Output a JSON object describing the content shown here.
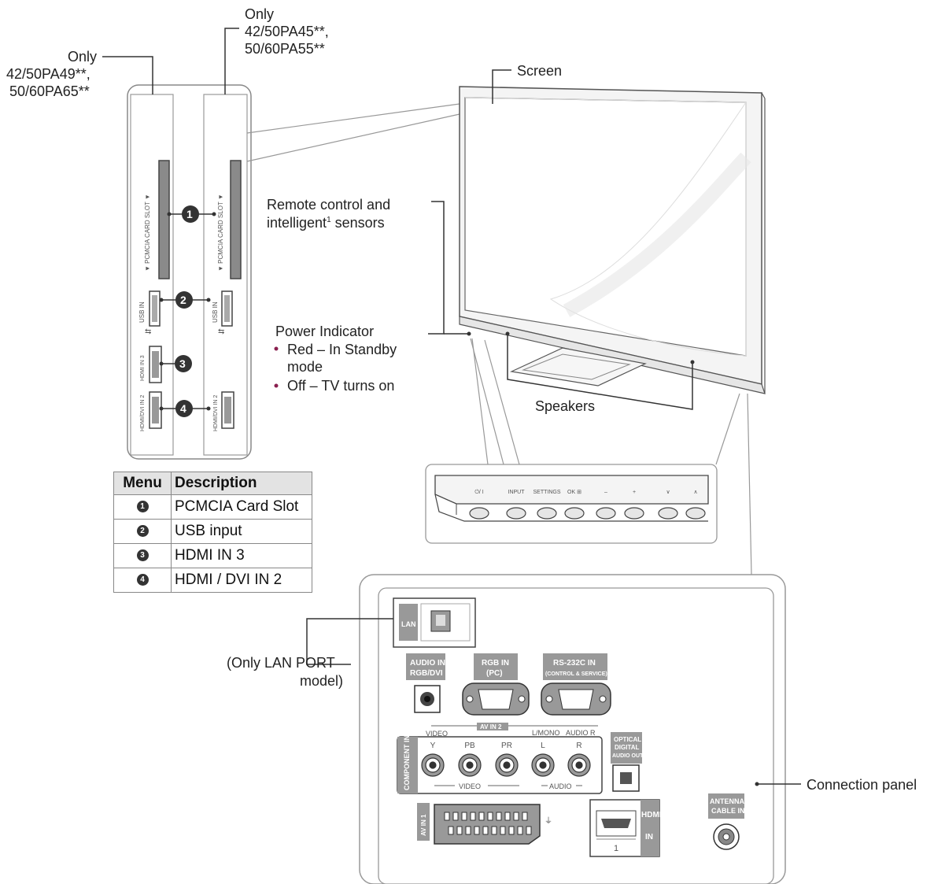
{
  "callouts": {
    "only_a": {
      "line1": "Only",
      "line2": "42/50PA49**,",
      "line3": "50/60PA65**"
    },
    "only_b": {
      "line1": "Only",
      "line2": "42/50PA45**,",
      "line3": "50/60PA55**"
    },
    "screen": "Screen",
    "remote": {
      "line1": "Remote control and",
      "line2": "intelligent",
      "sup": "1",
      "line2b": " sensors"
    },
    "power": {
      "title": "Power Indicator",
      "item1a": "Red – In Standby",
      "item1b": "mode",
      "item2": "Off – TV turns on"
    },
    "speakers": "Speakers",
    "lan_only": {
      "line1": "(Only LAN PORT",
      "line2": "model)"
    },
    "connection_panel": "Connection panel"
  },
  "side_panel": {
    "pcmcia_label": "▼ PCMCIA CARD SLOT ▼",
    "usb_label": "USB IN",
    "hdmi3_label": "HDMI IN 3",
    "hdmi2_label": "HDMI/DVI IN 2",
    "markers": [
      "1",
      "2",
      "3",
      "4"
    ]
  },
  "table": {
    "headers": {
      "menu": "Menu",
      "description": "Description"
    },
    "rows": [
      {
        "num": "1",
        "desc": "PCMCIA Card Slot"
      },
      {
        "num": "2",
        "desc": "USB input"
      },
      {
        "num": "3",
        "desc": "HDMI IN 3"
      },
      {
        "num": "4",
        "desc": "HDMI / DVI IN 2"
      }
    ]
  },
  "buttons": {
    "labels": [
      "⏻/ I",
      "INPUT",
      "SETTINGS",
      "OK ⊞",
      "–",
      "+",
      "∨",
      "∧"
    ]
  },
  "rear_panel": {
    "lan": "LAN",
    "audio_in": {
      "line1": "AUDIO IN",
      "line2": "RGB/DVI"
    },
    "rgb_in": {
      "line1": "RGB IN",
      "line2": "(PC)"
    },
    "rs232": {
      "line1": "RS-232C IN",
      "line2": "(CONTROL & SERVICE)"
    },
    "av_in2": "AV IN 2",
    "video": "VIDEO",
    "lmono": "L/MONO",
    "audio_r": "AUDIO R",
    "component_in": "COMPONENT IN",
    "jacks": [
      "Y",
      "PB",
      "PR",
      "L",
      "R"
    ],
    "video_bottom": "VIDEO",
    "audio_bottom": "AUDIO",
    "optical": {
      "line1": "OPTICAL",
      "line2": "DIGITAL",
      "line3": "AUDIO OUT"
    },
    "av_in1": "AV IN 1",
    "hdmi_in": {
      "line1": "HDMI",
      "line2": "IN",
      "num": "1"
    },
    "antenna": {
      "line1": "ANTENNA/",
      "line2": "CABLE IN"
    }
  }
}
